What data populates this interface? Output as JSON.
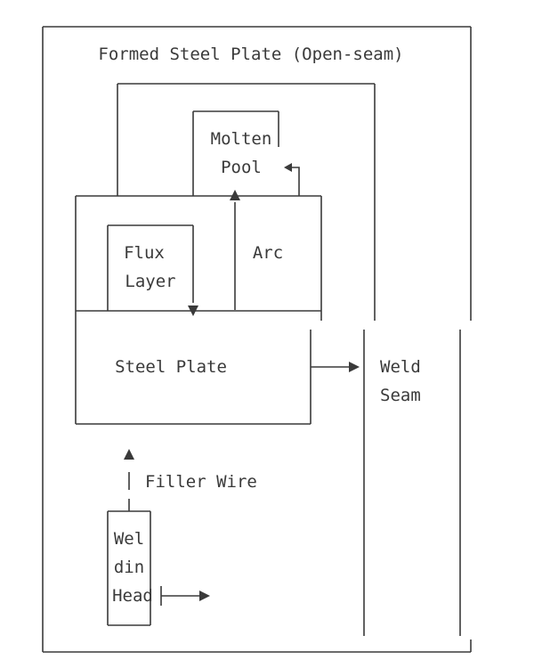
{
  "diagram": {
    "title": "Formed Steel Plate (Open-seam)",
    "molten_pool": [
      "Molten",
      "Pool"
    ],
    "flux_layer": [
      "Flux",
      "Layer"
    ],
    "arc": "Arc",
    "steel_plate": "Steel Plate",
    "weld_seam": [
      "Weld",
      "Seam"
    ],
    "filler_wire": "Filler Wire",
    "welding_head": [
      "Wel",
      "din",
      "Head"
    ]
  },
  "colors": {
    "ink": "#3a3a3a",
    "background": "#ffffff"
  }
}
